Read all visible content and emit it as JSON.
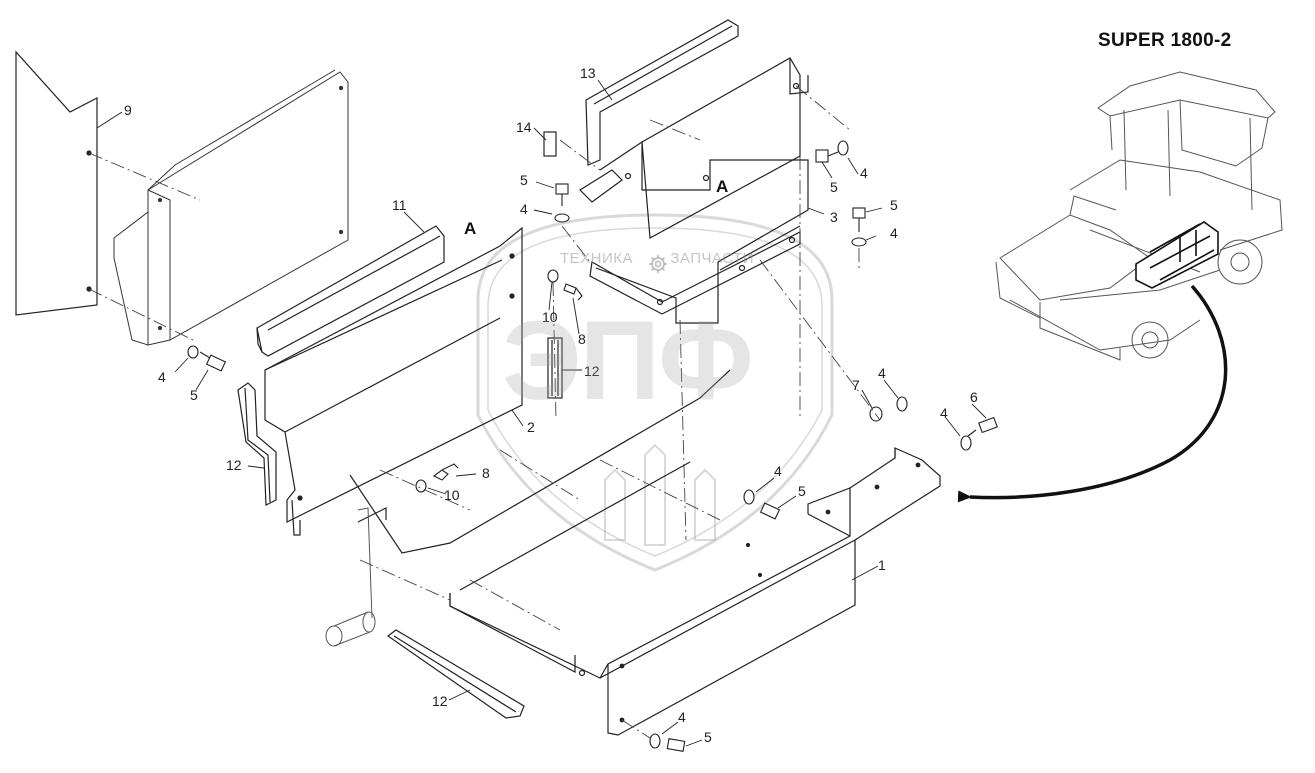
{
  "title": "SUPER 1800-2",
  "watermark": {
    "line1": "ТЕХНИКА",
    "line2": "ЗАПЧАСТИ",
    "logo": "ЭПФ"
  },
  "section_labels": [
    "A",
    "A"
  ],
  "callouts": [
    "9",
    "11",
    "13",
    "14",
    "5",
    "4",
    "3",
    "5",
    "4",
    "5",
    "4",
    "10",
    "8",
    "12",
    "2",
    "4",
    "5",
    "7",
    "4",
    "4",
    "6",
    "12",
    "8",
    "10",
    "4",
    "5",
    "1",
    "12",
    "4",
    "5"
  ],
  "icons": {
    "detail_arrow": "curved-arrow-icon",
    "gear": "gear-icon",
    "machine": "asphalt-paver-illustration"
  }
}
